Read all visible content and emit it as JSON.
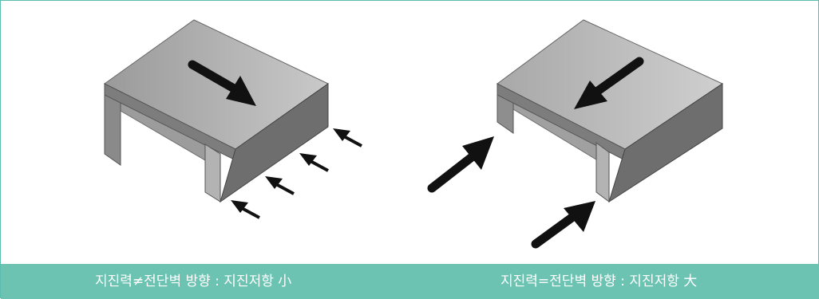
{
  "captions": {
    "left": "지진력≠전단벽 방향 : 지진저항 小",
    "right": "지진력=전단벽 방향 : 지진저항 大"
  },
  "colors": {
    "frame_border": "#5bbdad",
    "caption_bar": "#6cc3b2",
    "caption_text": "#ffffff",
    "arrow": "#111111"
  },
  "icons": {
    "left_figure": "u-channel-shear-wall",
    "right_figure": "u-channel-shear-wall"
  }
}
